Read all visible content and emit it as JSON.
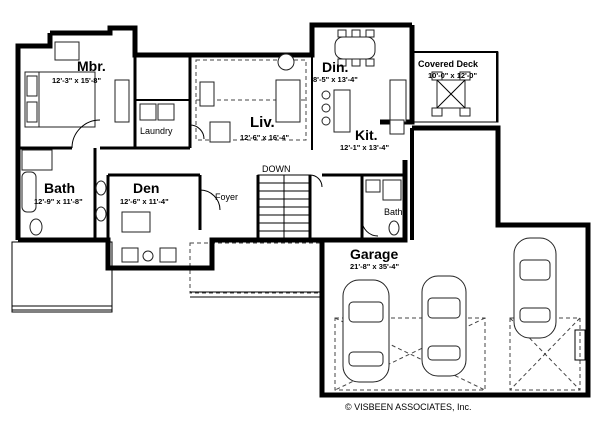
{
  "rooms": {
    "mbr": {
      "name": "Mbr.",
      "dim": "12'-3\" x 15'-8\""
    },
    "laundry": {
      "name": "Laundry"
    },
    "liv": {
      "name": "Liv.",
      "dim": "12'-6\" x 16'-4\""
    },
    "din": {
      "name": "Din.",
      "dim": "8'-5\" x 13'-4\""
    },
    "kit": {
      "name": "Kit.",
      "dim": "12'-1\" x 13'-4\""
    },
    "covered_deck": {
      "name": "Covered Deck",
      "dim": "10'-0\" x 12'-0\""
    },
    "bath": {
      "name": "Bath",
      "dim": "12'-9\" x 11'-8\""
    },
    "den": {
      "name": "Den",
      "dim": "12'-6\" x 11'-4\""
    },
    "foyer": {
      "name": "Foyer"
    },
    "bath2": {
      "name": "Bath"
    },
    "garage": {
      "name": "Garage",
      "dim": "21'-8\" x 35'-4\""
    }
  },
  "stair_label": "DOWN",
  "copyright": "© VISBEEN ASSOCIATES, Inc."
}
